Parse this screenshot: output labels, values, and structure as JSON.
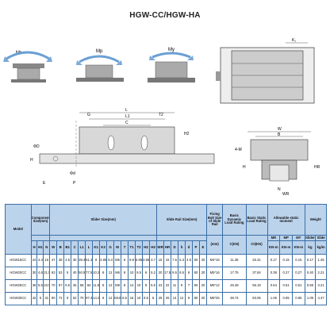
{
  "title": "HGW-CC/HGW-HA",
  "moment_labels": [
    "Mr",
    "Mp",
    "My"
  ],
  "table": {
    "group_headers": {
      "model": "Model",
      "component": "Component Size(mm)",
      "block": "Slider Size(mm)",
      "rail": "Slide Rail Size(mm)",
      "bolt": "Fixing Bolt Size of Slide Rail",
      "dynamic": "Basic Dynamic Load Rating",
      "static": "Basic Static Load Rating",
      "moment": "Allowable static moment",
      "weight": "Weight"
    },
    "sub_headers": {
      "component": [
        "H",
        "H1",
        "N"
      ],
      "block": [
        "W",
        "B",
        "B1",
        "C",
        "L1",
        "L",
        "K1",
        "K2",
        "G",
        "M",
        "T",
        "T1",
        "T2",
        "H2",
        "H3"
      ],
      "rail": [
        "WR",
        "HR",
        "D",
        "h",
        "d",
        "P",
        "E"
      ],
      "bolt": "(mm)",
      "dynamic": "C(KN)",
      "static": "C0(KN)",
      "moment": [
        "MR",
        "MP",
        "MY"
      ],
      "moment_units": [
        "KN-m",
        "KN-m",
        "KN-m"
      ],
      "weight": [
        "Slider",
        "Slide"
      ],
      "weight_units": [
        "kg",
        "kg/m"
      ]
    },
    "rows": [
      {
        "model": "HGW15CC",
        "component": [
          "24",
          "4.3",
          "16"
        ],
        "block": [
          "47",
          "38",
          "4.5",
          "30",
          "39.4",
          "61.4",
          "8",
          "4.85",
          "5.3",
          "M5",
          "6",
          "8.9",
          "6.95",
          "3.95",
          "3.7"
        ],
        "rail": [
          "15",
          "15",
          "7.5",
          "5.3",
          "4.5",
          "60",
          "20"
        ],
        "bolt": "M4*16",
        "c": "11.38",
        "c0": "25.31",
        "mr": "0.17",
        "mp": "0.15",
        "my": "0.15",
        "w_slider": "0.17",
        "w_rail": "1.45"
      },
      {
        "model": "HGW20CC",
        "component": [
          "30",
          "4.6",
          "21.5"
        ],
        "block": [
          "63",
          "53",
          "5",
          "40",
          "50.5",
          "77.5",
          "10.25",
          "6",
          "12",
          "M6",
          "8",
          "10",
          "9.5",
          "6",
          "5.2"
        ],
        "rail": [
          "20",
          "17.5",
          "9.5",
          "8.5",
          "6",
          "60",
          "20"
        ],
        "bolt": "M5*16",
        "c": "17.75",
        "c0": "37.84",
        "mr": "0.38",
        "mp": "0.27",
        "my": "0.27",
        "w_slider": "0.40",
        "w_rail": "2.21"
      },
      {
        "model": "HGW25CC",
        "component": [
          "36",
          "5.5",
          "23.5"
        ],
        "block": [
          "70",
          "57",
          "6.5",
          "45",
          "58",
          "84",
          "11.8",
          "6",
          "12",
          "M8",
          "8",
          "14",
          "10",
          "8",
          "5.5"
        ],
        "rail": [
          "23",
          "22",
          "11",
          "9",
          "7",
          "60",
          "20"
        ],
        "bolt": "M6*12",
        "c": "26.48",
        "c0": "56.19",
        "mr": "0.64",
        "mp": "0.51",
        "my": "0.51",
        "w_slider": "0.59",
        "w_rail": "3.21"
      },
      {
        "model": "HGW30CC",
        "component": [
          "42",
          "6",
          "31"
        ],
        "block": [
          "90",
          "72",
          "9",
          "52",
          "70",
          "97.4",
          "14.25",
          "6",
          "12",
          "M10",
          "8.5",
          "16",
          "10",
          "8.5",
          "6"
        ],
        "rail": [
          "28",
          "26",
          "14",
          "12",
          "9",
          "80",
          "20"
        ],
        "bolt": "M8*25",
        "c": "38.74",
        "c0": "83.06",
        "mr": "1.06",
        "mp": "0.85",
        "my": "0.85",
        "w_slider": "1.09",
        "w_rail": "4.47"
      }
    ]
  }
}
